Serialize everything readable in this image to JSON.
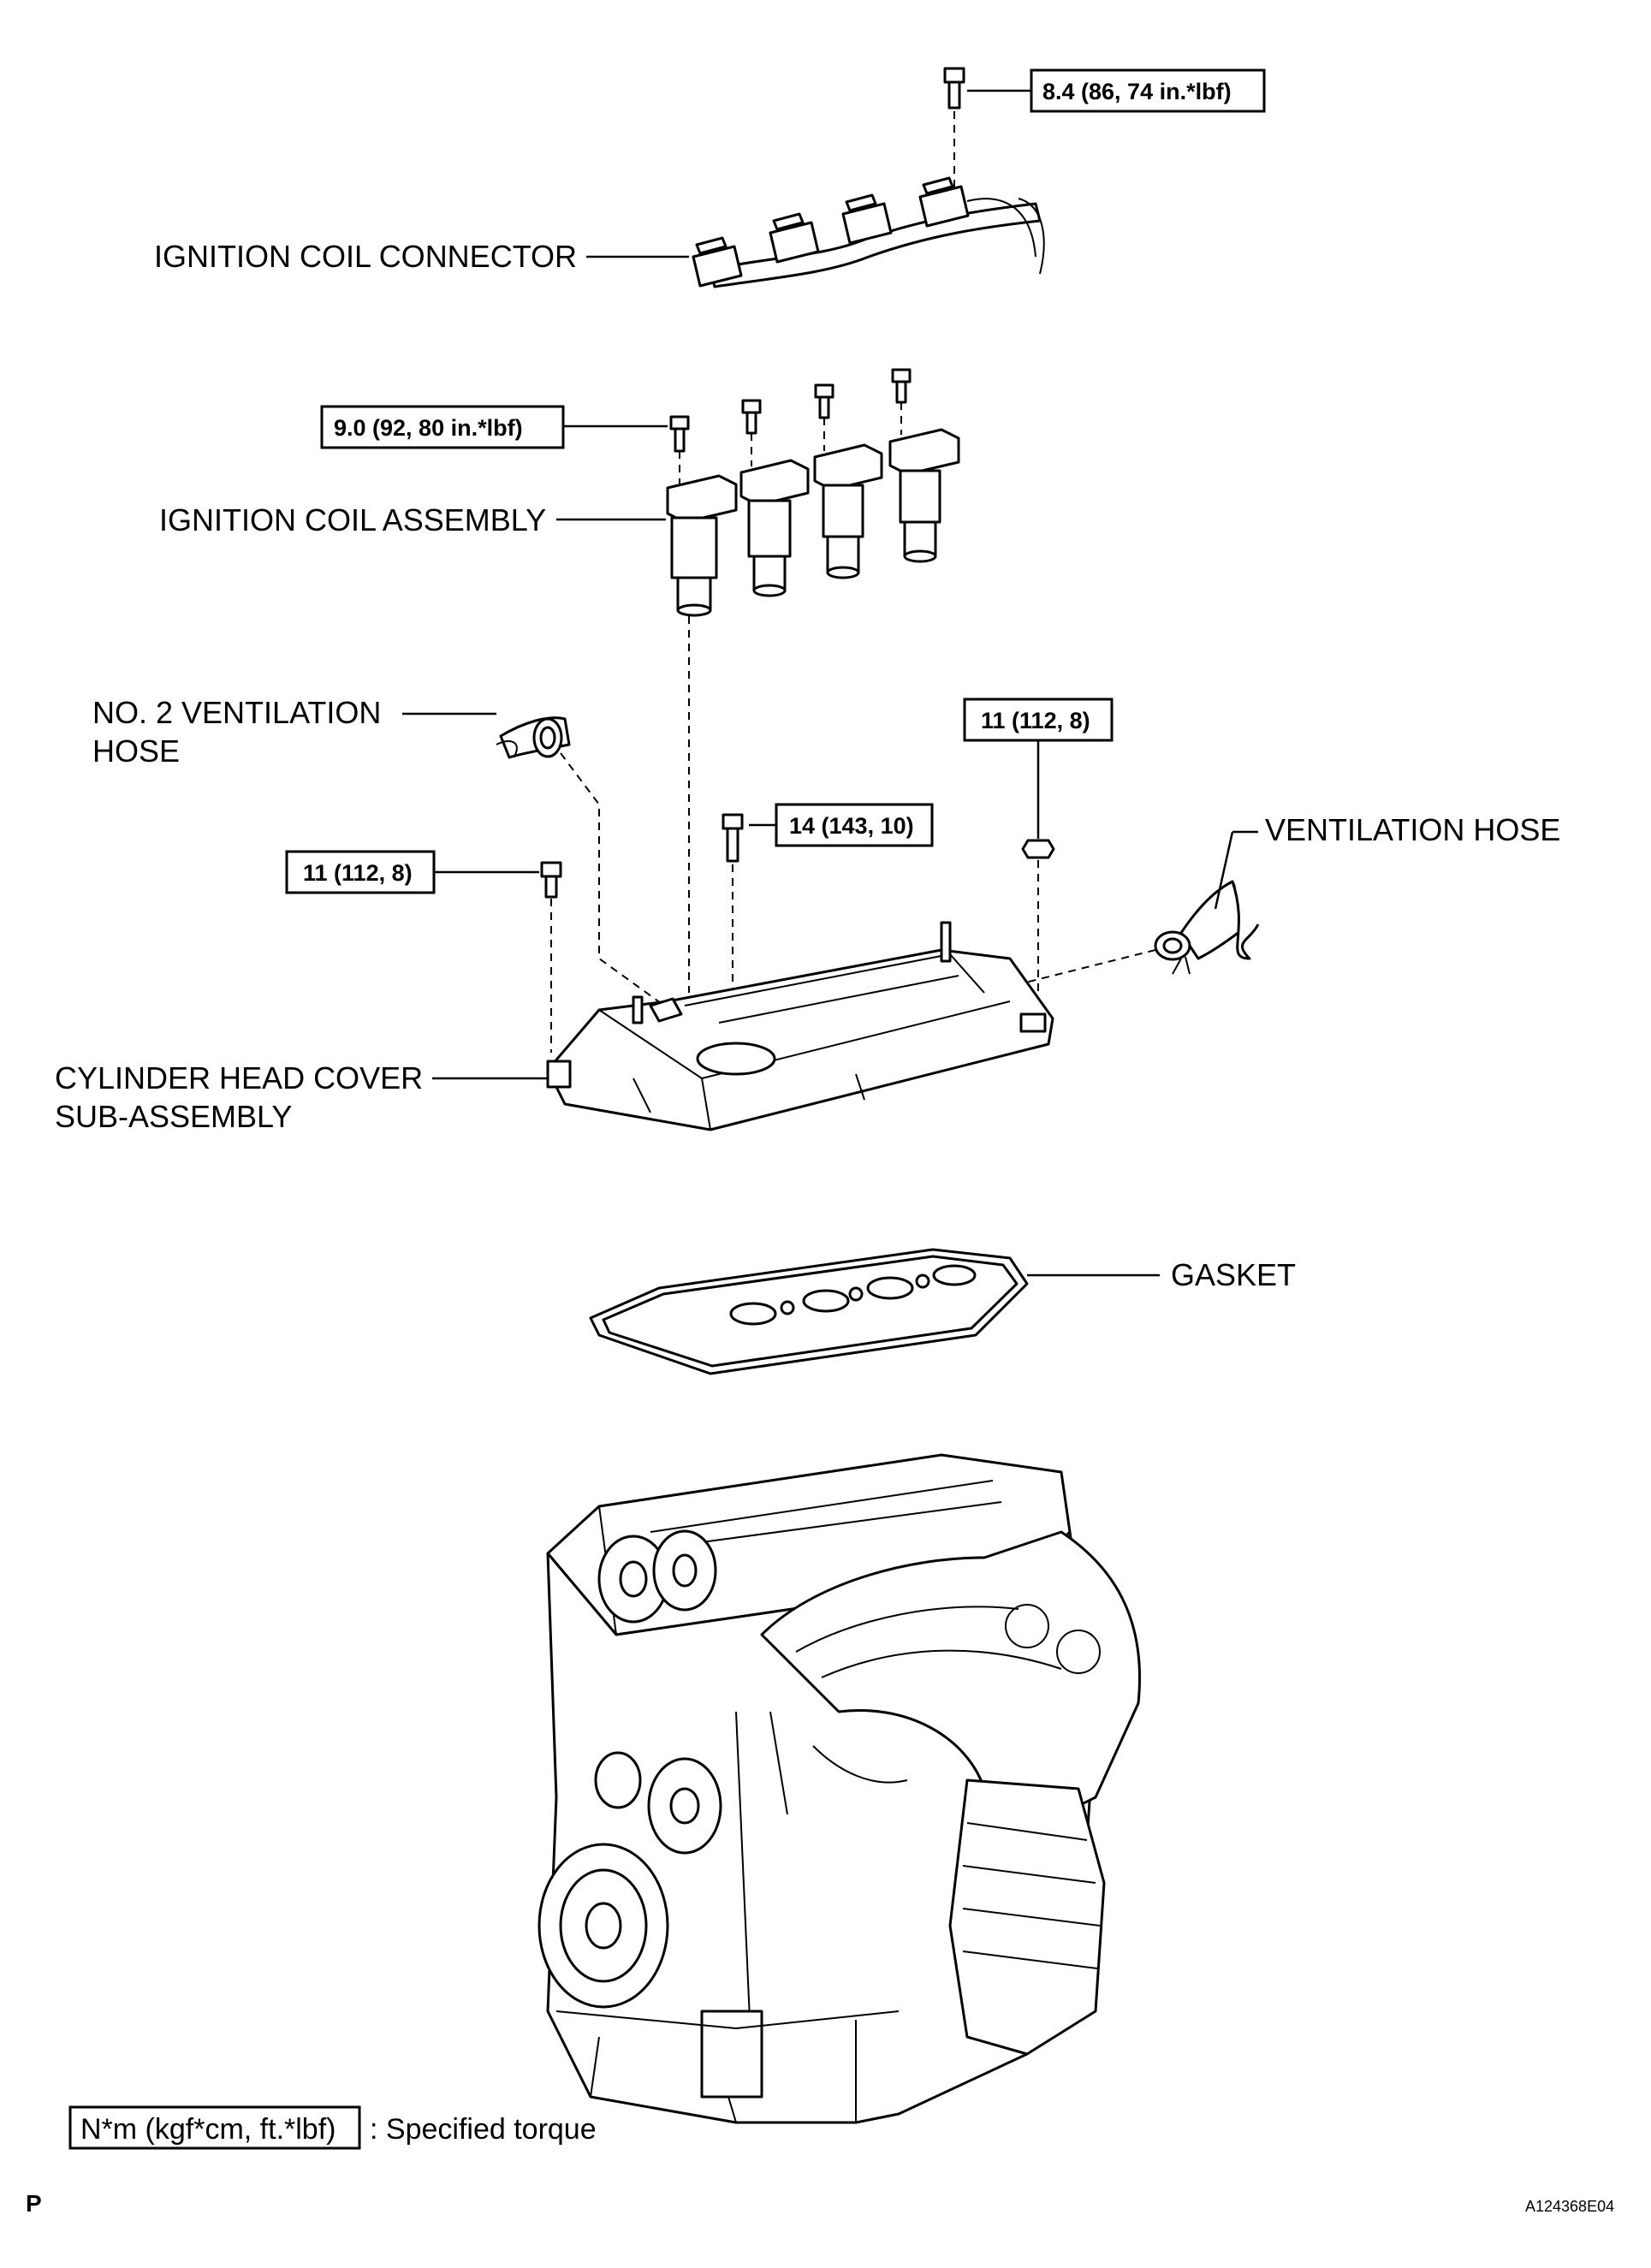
{
  "labels": {
    "ignition_coil_connector": "IGNITION COIL CONNECTOR",
    "ignition_coil_assembly": "IGNITION COIL ASSEMBLY",
    "no2_ventilation_hose_line1": "NO. 2 VENTILATION",
    "no2_ventilation_hose_line2": "HOSE",
    "ventilation_hose": "VENTILATION HOSE",
    "cylinder_head_cover_line1": "CYLINDER HEAD COVER",
    "cylinder_head_cover_line2": "SUB-ASSEMBLY",
    "gasket": "GASKET"
  },
  "torque": {
    "connector_bolt": "8.4 (86, 74 in.*lbf)",
    "coil_bolt": "9.0 (92, 80 in.*lbf)",
    "cover_stud_right": "11 (112, 8)",
    "cover_bolt_center": "14 (143, 10)",
    "cover_stud_left": "11 (112, 8)"
  },
  "legend": {
    "unit_box": "N*m (kgf*cm, ft.*lbf)",
    "description": ": Specified torque"
  },
  "footer": {
    "page_letter": "P",
    "figure_code": "A124368E04"
  }
}
